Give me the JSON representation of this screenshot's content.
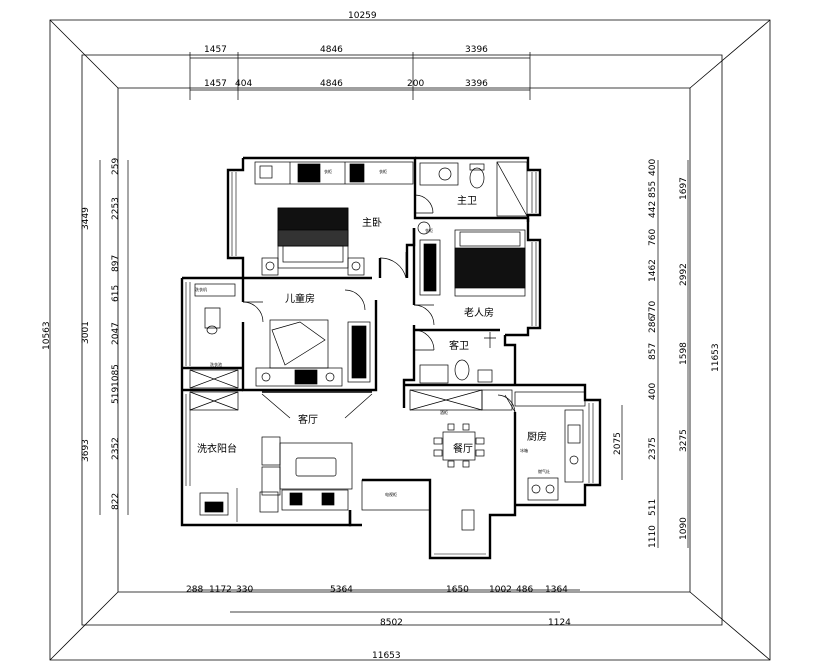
{
  "rooms": {
    "master_bedroom": "主卧",
    "master_bath": "主卫",
    "elder_room": "老人房",
    "kids_room": "儿童房",
    "guest_bath": "客卫",
    "living_room": "客厅",
    "dining_room": "餐厅",
    "kitchen": "厨房",
    "laundry_balcony": "洗衣阳台"
  },
  "dims": {
    "top_overall": "10259",
    "top_row1": [
      "1457",
      "4846",
      "3396"
    ],
    "top_row2": [
      "1457",
      "404",
      "4846",
      "200",
      "3396"
    ],
    "bottom_row": [
      "288",
      "1172",
      "330",
      "5364",
      "1650",
      "1002",
      "486",
      "1364"
    ],
    "bottom_sub": "8502",
    "bottom_overall": "11653",
    "bottom_small": "1124",
    "left_overall": "10563",
    "left_row1": [
      "3449",
      "3001",
      "3693"
    ],
    "left_row2": [
      "259",
      "2253",
      "897",
      "615",
      "2047",
      "1085",
      "519",
      "2352",
      "822"
    ],
    "right_overall": "11653",
    "right_row1": [
      "1697",
      "2992",
      "1598",
      "3275",
      "1090"
    ],
    "right_row2": [
      "400",
      "855",
      "442",
      "760",
      "1462",
      "770",
      "286",
      "857",
      "400",
      "2375",
      "511",
      "1110"
    ],
    "kitchen_dim": "2075"
  }
}
